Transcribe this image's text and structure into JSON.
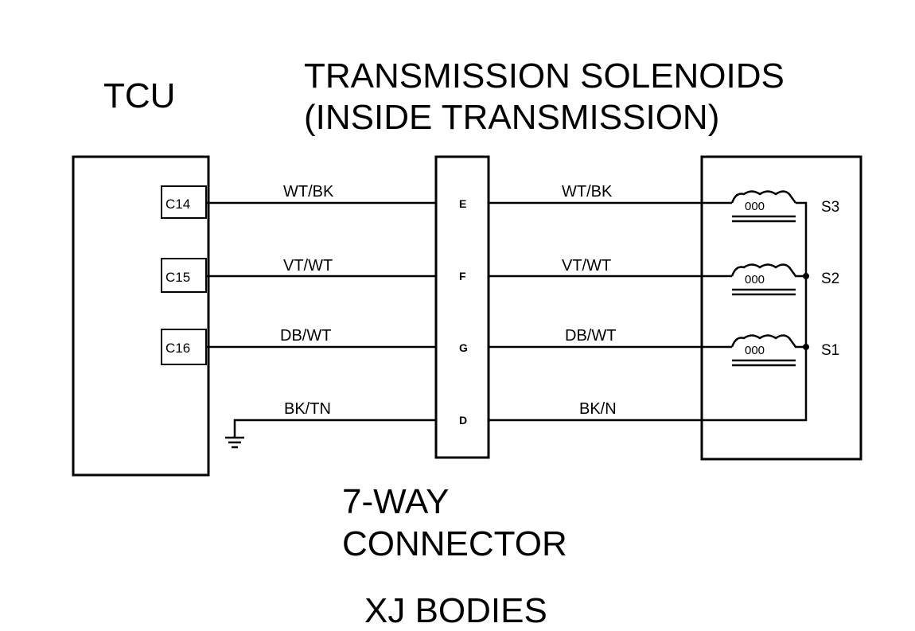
{
  "title": {
    "tcu": "TCU",
    "solenoids_line1": "TRANSMISSION SOLENOIDS",
    "solenoids_line2": "(INSIDE TRANSMISSION)",
    "connector_line1": "7-WAY",
    "connector_line2": "CONNECTOR",
    "bodies": "XJ BODIES"
  },
  "tcu_pins": [
    "C14",
    "C15",
    "C16"
  ],
  "connector_pins": [
    "E",
    "F",
    "G",
    "D"
  ],
  "wires_left": [
    "WT/BK",
    "VT/WT",
    "DB/WT",
    "BK/TN"
  ],
  "wires_right": [
    "WT/BK",
    "VT/WT",
    "DB/WT",
    "BK/N"
  ],
  "solenoids": [
    "S3",
    "S2",
    "S1"
  ]
}
